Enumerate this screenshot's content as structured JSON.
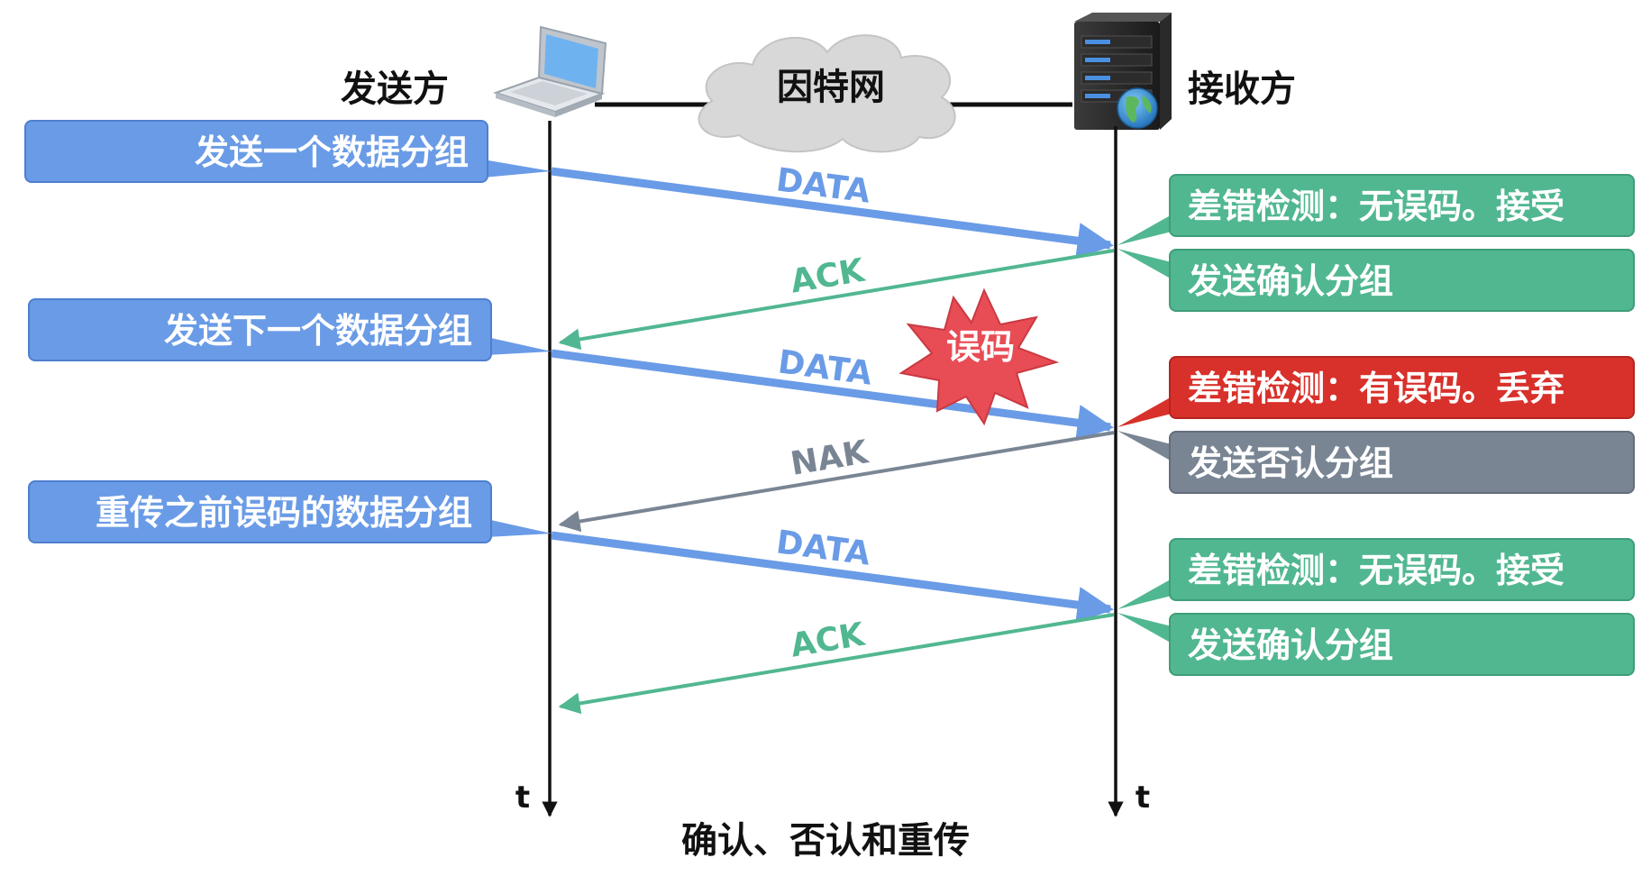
{
  "header": {
    "sender": "发送方",
    "network": "因特网",
    "receiver": "接收方"
  },
  "sender_notes": [
    "发送一个数据分组",
    "发送下一个数据分组",
    "重传之前误码的数据分组"
  ],
  "receiver_notes": [
    {
      "text": "差错检测：无误码。接受",
      "kind": "ok"
    },
    {
      "text": "发送确认分组",
      "kind": "ok"
    },
    {
      "text": "差错检测：有误码。丢弃",
      "kind": "error"
    },
    {
      "text": "发送否认分组",
      "kind": "nak"
    },
    {
      "text": "差错检测：无误码。接受",
      "kind": "ok"
    },
    {
      "text": "发送确认分组",
      "kind": "ok"
    }
  ],
  "messages": [
    {
      "label": "DATA",
      "direction": "to-receiver"
    },
    {
      "label": "ACK",
      "direction": "to-sender"
    },
    {
      "label": "DATA",
      "direction": "to-receiver"
    },
    {
      "label": "NAK",
      "direction": "to-sender"
    },
    {
      "label": "DATA",
      "direction": "to-receiver"
    },
    {
      "label": "ACK",
      "direction": "to-sender"
    }
  ],
  "error_burst": "误码",
  "time_axis": {
    "sender": "t",
    "receiver": "t"
  },
  "caption": "确认、否认和重传",
  "colors": {
    "data": "#6a9be6",
    "ack": "#51b791",
    "nak": "#7a8594",
    "error": "#d8302a",
    "burst": "#e84c55",
    "cloud": "#d8d8d8"
  }
}
